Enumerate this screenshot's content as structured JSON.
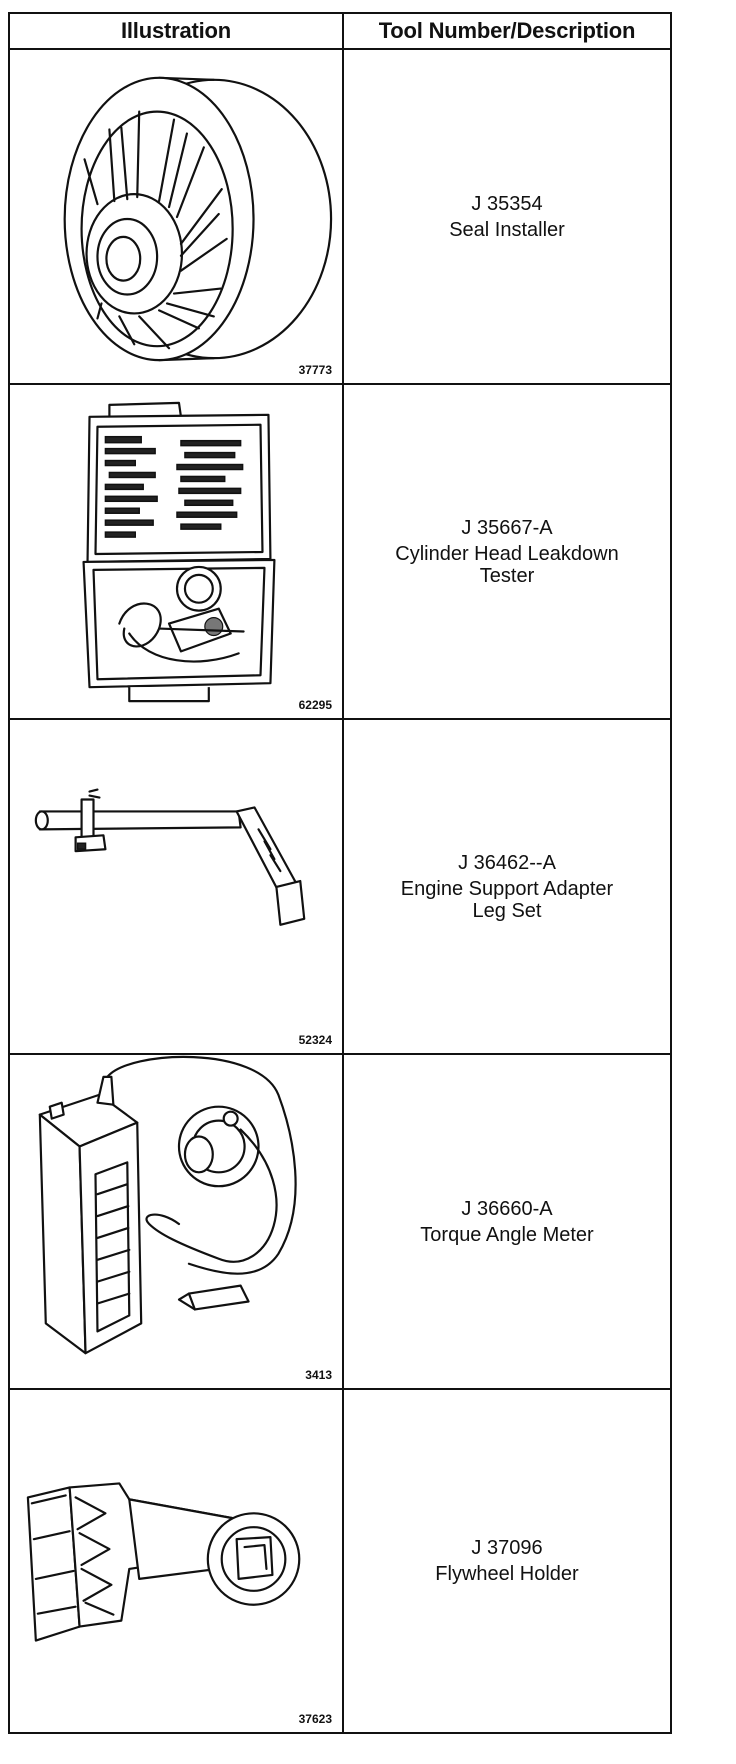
{
  "table": {
    "header_illustration": "Illustration",
    "header_tool": "Tool Number/Description",
    "rows": [
      {
        "figure": "37773",
        "tool_number": "J 35354",
        "description": "Seal Installer",
        "icon": "seal-installer-illustration"
      },
      {
        "figure": "62295",
        "tool_number": "J 35667-A",
        "description": "Cylinder Head Leakdown\nTester",
        "icon": "leakdown-tester-case-illustration"
      },
      {
        "figure": "52324",
        "tool_number": "J 36462--A",
        "description": "Engine Support Adapter\nLeg Set",
        "icon": "support-adapter-leg-illustration"
      },
      {
        "figure": "3413",
        "tool_number": "J 36660-A",
        "description": "Torque Angle Meter",
        "icon": "torque-angle-meter-illustration"
      },
      {
        "figure": "37623",
        "tool_number": "J 37096",
        "description": "Flywheel Holder",
        "icon": "flywheel-holder-illustration"
      }
    ]
  }
}
